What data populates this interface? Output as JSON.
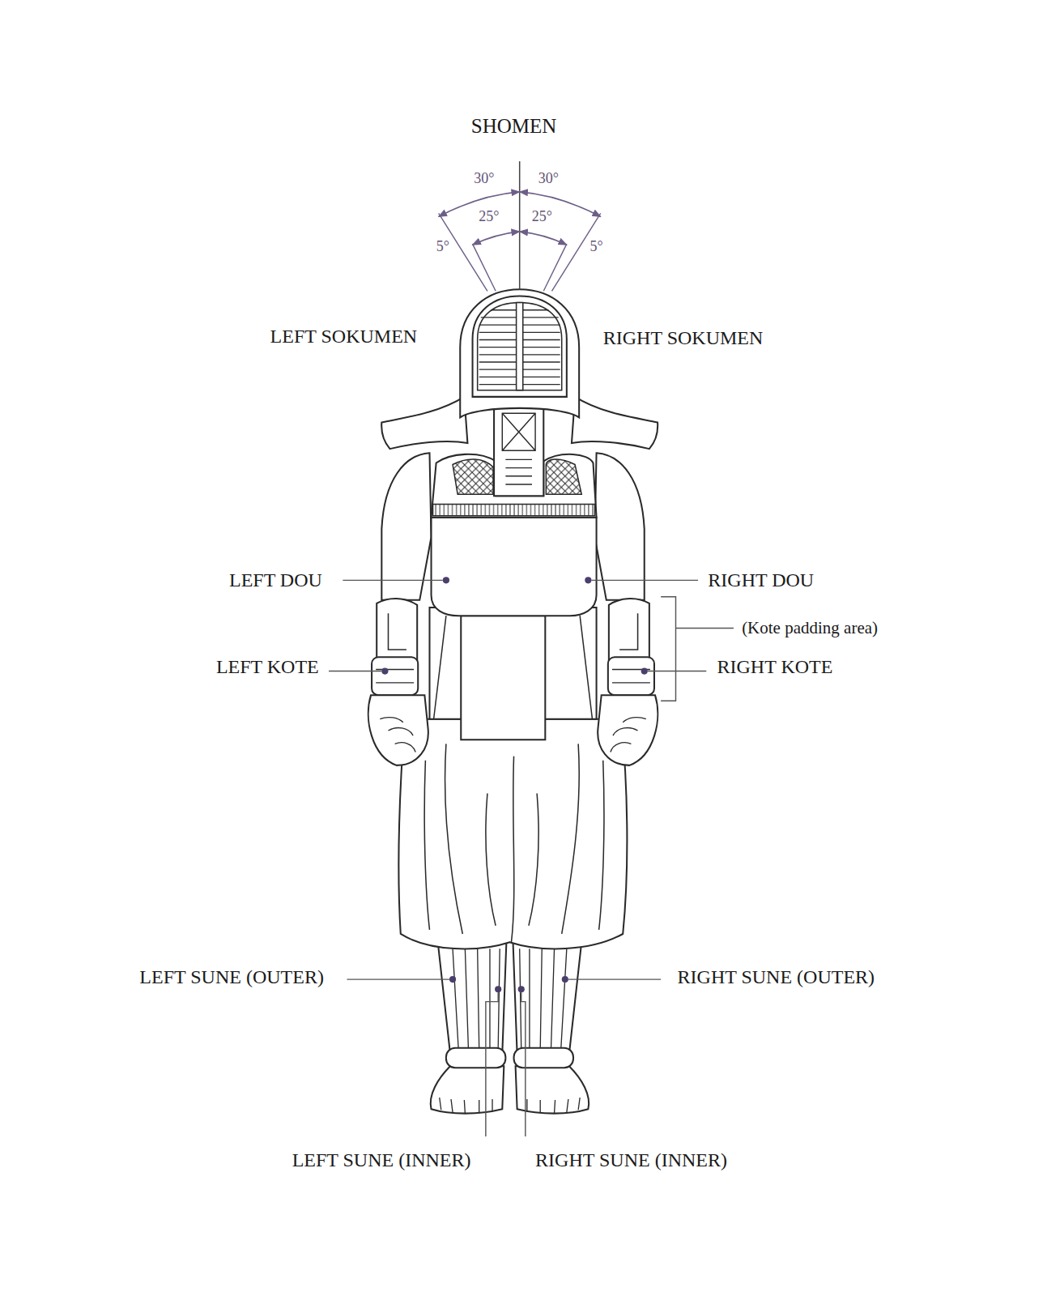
{
  "diagram": {
    "labels": [
      "SHOMEN",
      "30°",
      "30°",
      "25°",
      "25°",
      "5°",
      "5°",
      "LEFT SOKUMEN",
      "RIGHT SOKUMEN",
      "LEFT DOU",
      "RIGHT DOU",
      "(Kote padding area)",
      "LEFT KOTE",
      "RIGHT KOTE",
      "LEFT SUNE (OUTER)",
      "RIGHT SUNE (OUTER)",
      "LEFT SUNE (INNER)",
      "RIGHT SUNE (INNER)"
    ]
  }
}
